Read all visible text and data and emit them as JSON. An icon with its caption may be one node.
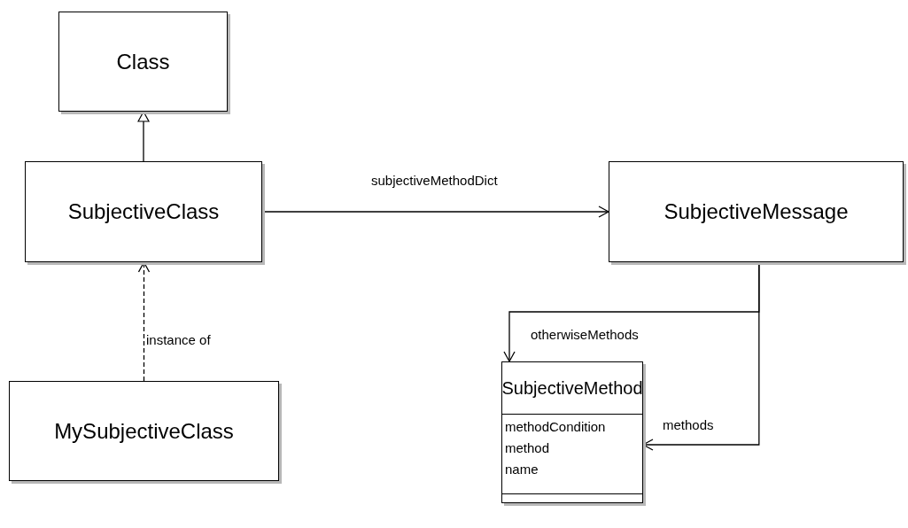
{
  "diagram": {
    "nodes": [
      {
        "text": [
          "Class"
        ]
      },
      {
        "text": [
          "SubjectiveClass"
        ]
      },
      {
        "text": [
          "SubjectiveMessage"
        ]
      },
      {
        "text": [
          "MySubjectiveClass"
        ]
      },
      {
        "text": [
          "SubjectiveMethod",
          "methodCondition",
          "method",
          "name"
        ]
      }
    ],
    "edges": [
      {
        "from": 1,
        "to": 0,
        "arrow": "to"
      },
      {
        "from": 1,
        "to": 2,
        "arrow": "to",
        "label": "subjectiveMethodDict"
      },
      {
        "from": 3,
        "to": 1,
        "arrow": "to",
        "label": "instance of",
        "style": "dashed"
      },
      {
        "from": 2,
        "to": 4,
        "arrow": "to",
        "label": "otherwiseMethods"
      },
      {
        "from": 2,
        "to": 4,
        "arrow": "to",
        "label": "methods"
      }
    ]
  }
}
